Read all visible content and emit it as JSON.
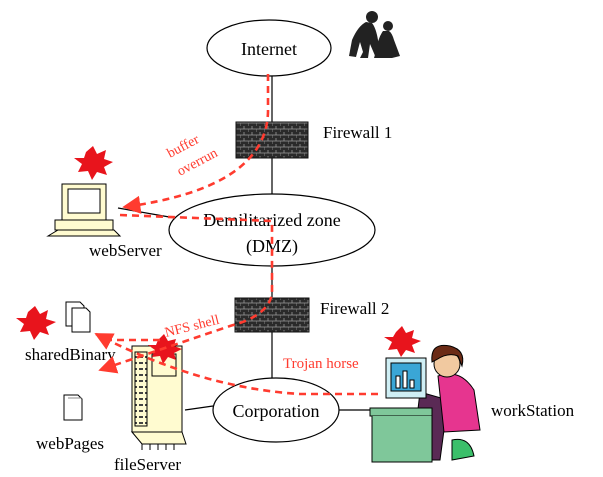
{
  "nodes": {
    "internet": "Internet",
    "firewall1": "Firewall 1",
    "dmz_line1": "Demilitarized zone",
    "dmz_line2": "(DMZ)",
    "firewall2": "Firewall 2",
    "corporation": "Corporation",
    "webserver": "webServer",
    "sharedbinary": "sharedBinary",
    "webpages": "webPages",
    "fileserver": "fileServer",
    "workstation": "workStation"
  },
  "attacks": {
    "buffer_line1": "buffer",
    "buffer_line2": "overrun",
    "nfs": "NFS shell",
    "trojan": "Trojan horse"
  },
  "icons": [
    "attacker-icon",
    "firewall-icon",
    "computer-icon",
    "document-icon",
    "file-server-icon",
    "workstation-user-icon",
    "explosion-icon"
  ],
  "colors": {
    "attack_path": "#ff3b2f",
    "explosion": "#e8141c",
    "firewall": "#333333"
  }
}
